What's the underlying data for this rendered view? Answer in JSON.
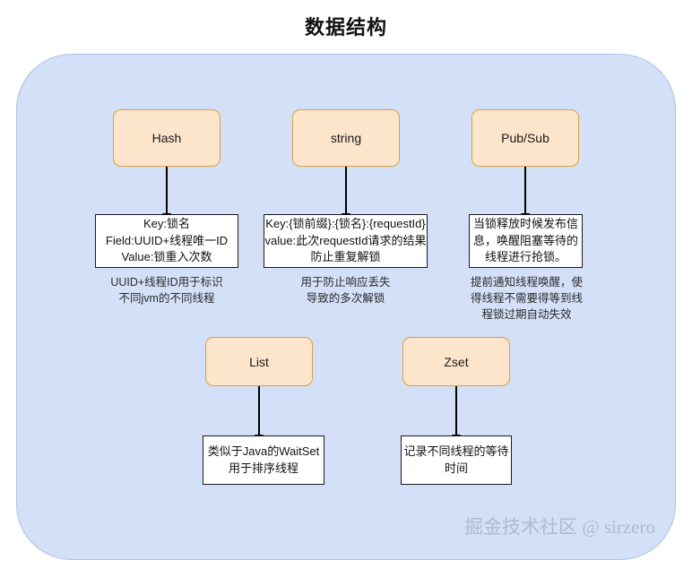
{
  "page": {
    "title": "数据结构",
    "watermark": "掘金技术社区 @ sirzero"
  },
  "theme": {
    "canvas_fill": "#d3e0f7",
    "canvas_border": "#aec4e8",
    "type_box_fill": "#fce5ca",
    "type_box_border": "#d6a340",
    "detail_box_fill": "#ffffff",
    "detail_box_border": "#1a1a1a",
    "arrow_color": "#000000",
    "watermark_color": "#9aa3b0"
  },
  "diagram": {
    "type": "flowchart",
    "nodes": [
      {
        "id": "hash",
        "label": "Hash",
        "detail": {
          "lines": [
            "Key:锁名",
            "Field:UUID+线程唯一ID",
            "Value:锁重入次数"
          ]
        },
        "caption": {
          "lines": [
            "UUID+线程ID用于标识",
            "不同jvm的不同线程"
          ]
        }
      },
      {
        "id": "string",
        "label": "string",
        "detail": {
          "lines": [
            "Key:{锁前缀}:{锁名}:{requestId}",
            "value:此次requestId请求的结果",
            "防止重复解锁"
          ]
        },
        "caption": {
          "lines": [
            "用于防止响应丢失",
            "导致的多次解锁"
          ]
        }
      },
      {
        "id": "pubsub",
        "label": "Pub/Sub",
        "detail": {
          "lines": [
            "当锁释放时候发布信",
            "息，唤醒阻塞等待的",
            "线程进行抢锁。"
          ]
        },
        "caption": {
          "lines": [
            "提前通知线程唤醒，使",
            "得线程不需要得等到线",
            "程锁过期自动失效"
          ]
        }
      },
      {
        "id": "list",
        "label": "List",
        "detail": {
          "lines": [
            "类似于Java的WaitSet",
            "用于排序线程"
          ]
        },
        "caption": {
          "lines": []
        }
      },
      {
        "id": "zset",
        "label": "Zset",
        "detail": {
          "lines": [
            "记录不同线程的等待",
            "时间"
          ]
        },
        "caption": {
          "lines": []
        }
      }
    ],
    "edges": [
      {
        "from": "hash",
        "to": "hash-detail"
      },
      {
        "from": "string",
        "to": "string-detail"
      },
      {
        "from": "pubsub",
        "to": "pubsub-detail"
      },
      {
        "from": "list",
        "to": "list-detail"
      },
      {
        "from": "zset",
        "to": "zset-detail"
      }
    ]
  }
}
